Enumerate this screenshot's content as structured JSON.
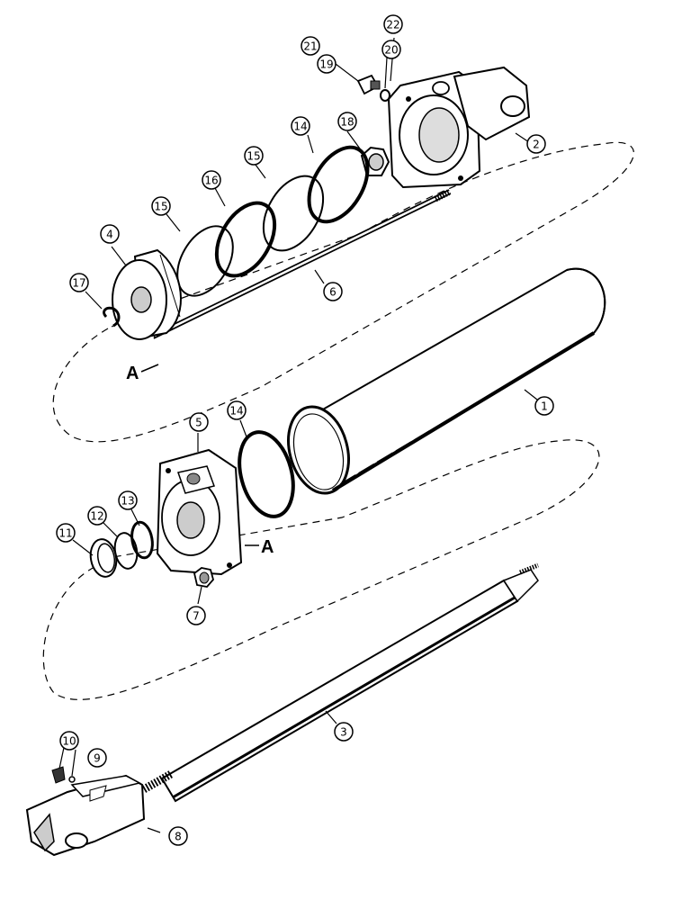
{
  "diagram": {
    "section_letter": "A",
    "callouts": [
      {
        "id": "c1",
        "label": "1"
      },
      {
        "id": "c2",
        "label": "2"
      },
      {
        "id": "c3",
        "label": "3"
      },
      {
        "id": "c4",
        "label": "4"
      },
      {
        "id": "c5",
        "label": "5"
      },
      {
        "id": "c6",
        "label": "6"
      },
      {
        "id": "c7",
        "label": "7"
      },
      {
        "id": "c8",
        "label": "8"
      },
      {
        "id": "c9",
        "label": "9"
      },
      {
        "id": "c10",
        "label": "10"
      },
      {
        "id": "c11",
        "label": "11"
      },
      {
        "id": "c12",
        "label": "12"
      },
      {
        "id": "c13",
        "label": "13"
      },
      {
        "id": "c14a",
        "label": "14"
      },
      {
        "id": "c14b",
        "label": "14"
      },
      {
        "id": "c15a",
        "label": "15"
      },
      {
        "id": "c15b",
        "label": "15"
      },
      {
        "id": "c16",
        "label": "16"
      },
      {
        "id": "c17",
        "label": "17"
      },
      {
        "id": "c18",
        "label": "18"
      },
      {
        "id": "c19",
        "label": "19"
      },
      {
        "id": "c20",
        "label": "20"
      },
      {
        "id": "c21",
        "label": "21"
      },
      {
        "id": "c22",
        "label": "22"
      }
    ]
  }
}
